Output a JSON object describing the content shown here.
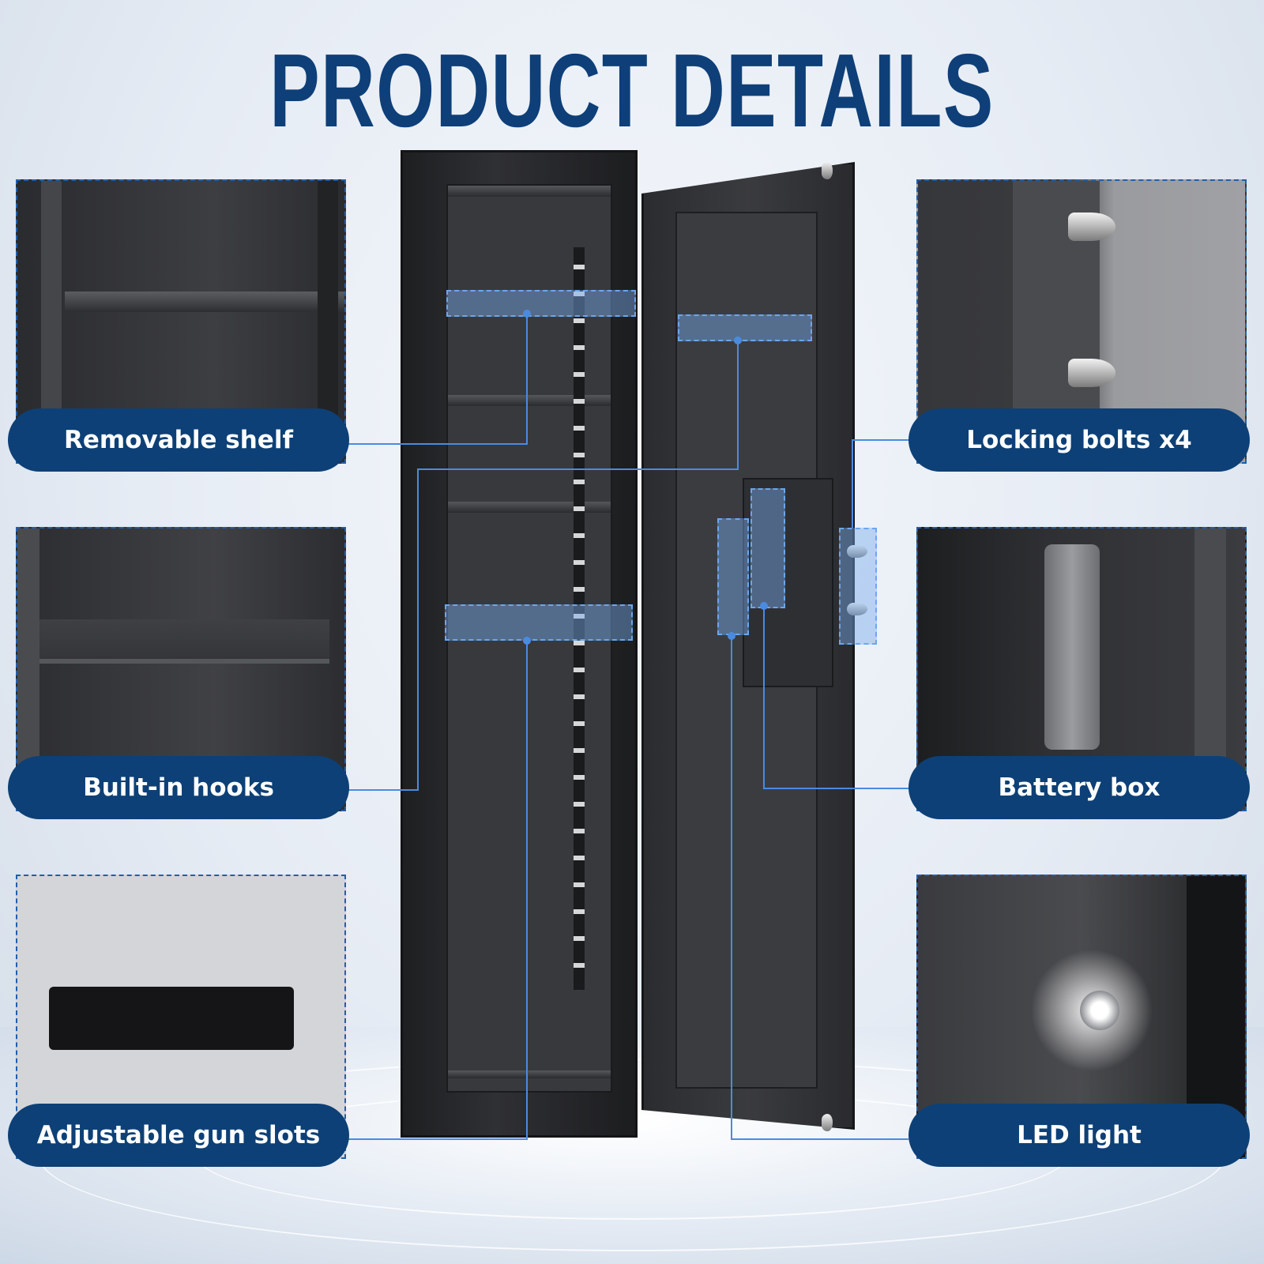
{
  "page": {
    "title": "PRODUCT DETAILS"
  },
  "labels": {
    "removable_shelf": "Removable shelf",
    "built_in_hooks": "Built-in hooks",
    "adjustable_gun_slots": "Adjustable gun slots",
    "locking_bolts": "Locking bolts x4",
    "battery_box": "Battery box",
    "led_light": "LED light"
  },
  "colors": {
    "title": "#0e3f78",
    "label_background": "#0d4076",
    "label_text": "#ffffff",
    "leader_line": "#4a8be0",
    "highlight": "#6aa6f0",
    "safe_body": "#2e2f32"
  },
  "icons": {
    "product": "gun-safe-illustration"
  }
}
